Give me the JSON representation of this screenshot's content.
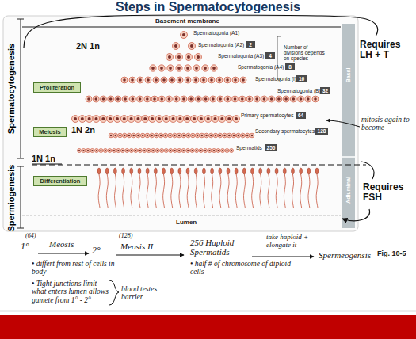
{
  "diagram": {
    "title": "Steps in Spermatocytogenesis",
    "nodes": [
      {
        "text": [
          "Proliferation"
        ]
      },
      {
        "text": [
          "Meiosis"
        ]
      },
      {
        "text": [
          "Differentiation"
        ]
      },
      {
        "text": [
          "2"
        ]
      },
      {
        "text": [
          "4"
        ]
      },
      {
        "text": [
          "8"
        ]
      },
      {
        "text": [
          "16"
        ]
      },
      {
        "text": [
          "32"
        ]
      },
      {
        "text": [
          "64"
        ]
      },
      {
        "text": [
          "128"
        ]
      },
      {
        "text": [
          "256"
        ]
      }
    ],
    "labels": [
      "Basement membrane",
      "Spermatogonia (A1)",
      "Spermatogonia (A2)",
      "Spermatogonia (A3)",
      "Spermatogonia (A4)",
      "Spermatogonia (I)",
      "Spermatogonia (B)",
      "Primary spermatocytes",
      "Secondary spermatocytes",
      "Spermatids",
      "Number of divisions depends on species",
      "Basal",
      "Adluminal",
      "Lumen",
      "Spermatocytogenesis",
      "Spermiogenesis",
      "2N 1n",
      "1N 2n",
      "1N 1n",
      "Requires LH + T",
      "mitosis again to become",
      "Requires FSH",
      "(64)",
      "1°",
      "Meosis",
      "(128)",
      "2°",
      "Meosis II",
      "256 Haploid Spermatids",
      "take haploid + elongate it",
      "Spermeogensis",
      "Fig. 10-5",
      "• differt from rest of cells in body",
      "• half # of chromosome of diploid cells",
      "• Tight junctions limit what enters lumen allows gamete from 1° - 2°",
      "blood testes barrier"
    ]
  }
}
